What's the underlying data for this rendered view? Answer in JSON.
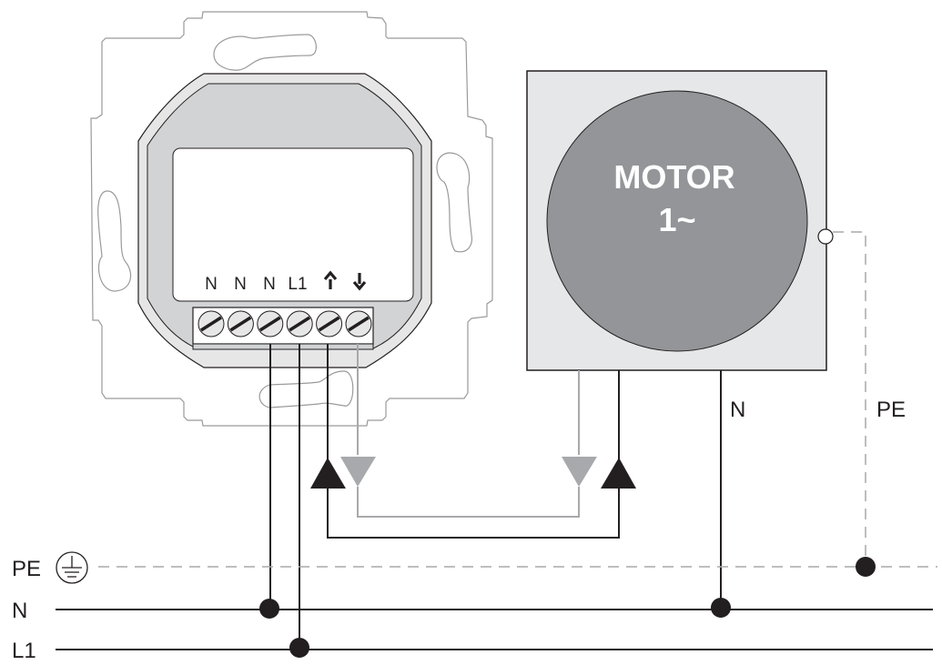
{
  "diagram": {
    "title": "Shutter/blind switch insert wiring to single-phase motor",
    "colors": {
      "line": "#231f20",
      "grey_wire": "#a7a9ac",
      "insert_outer": "#e6e6e6",
      "insert_inner": "#d1d3d4",
      "motor_box": "#e6e7e8",
      "motor_circle": "#939598",
      "motor_text": "#ffffff"
    },
    "switch_insert": {
      "terminals": [
        {
          "label": "N",
          "kind": "neutral"
        },
        {
          "label": "N",
          "kind": "neutral"
        },
        {
          "label": "N",
          "kind": "neutral"
        },
        {
          "label": "L1",
          "kind": "phase"
        },
        {
          "label": "↑",
          "kind": "up-output"
        },
        {
          "label": "↓",
          "kind": "down-output"
        }
      ]
    },
    "motor": {
      "title": "MOTOR",
      "subtitle": "1~",
      "n_label": "N",
      "pe_label": "PE"
    },
    "bus": {
      "pe_label": "PE",
      "n_label": "N",
      "l1_label": "L1",
      "ground_symbol": "protective-earth-icon"
    },
    "arrows": {
      "switch_up": "up-arrow-black",
      "switch_down": "down-arrow-grey",
      "motor_down": "down-arrow-grey",
      "motor_up": "up-arrow-black"
    }
  }
}
